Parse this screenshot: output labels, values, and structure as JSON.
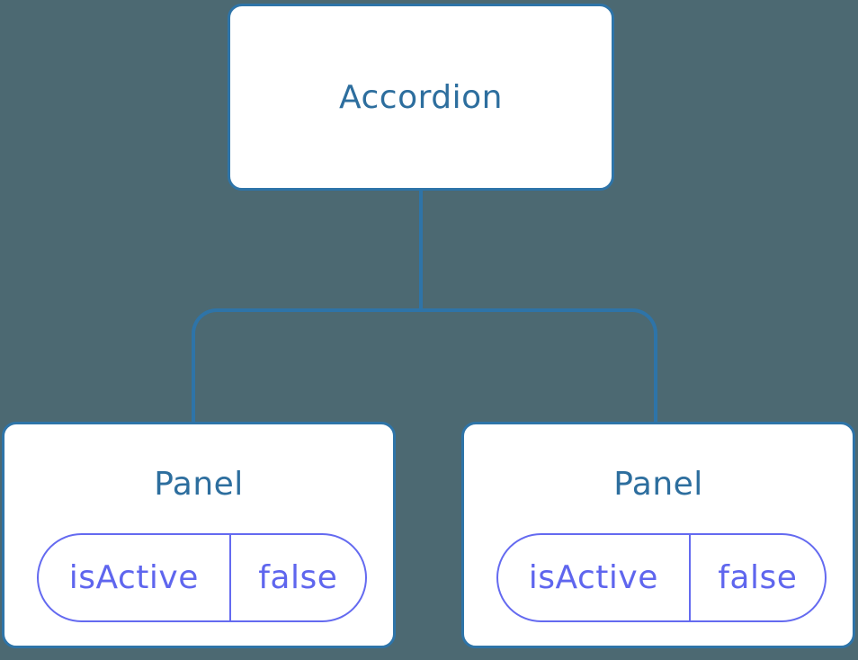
{
  "diagram": {
    "type": "component-tree",
    "root": {
      "label": "Accordion"
    },
    "children": [
      {
        "label": "Panel",
        "state": {
          "key": "isActive",
          "value": "false"
        }
      },
      {
        "label": "Panel",
        "state": {
          "key": "isActive",
          "value": "false"
        }
      }
    ],
    "colors": {
      "background": "#4c6972",
      "node_background": "#ffffff",
      "node_border": "#2e74a8",
      "connector": "#2e74a8",
      "title_text": "#2d6e9e",
      "state_accent": "#646af0",
      "state_text": "#5f66ee"
    }
  }
}
